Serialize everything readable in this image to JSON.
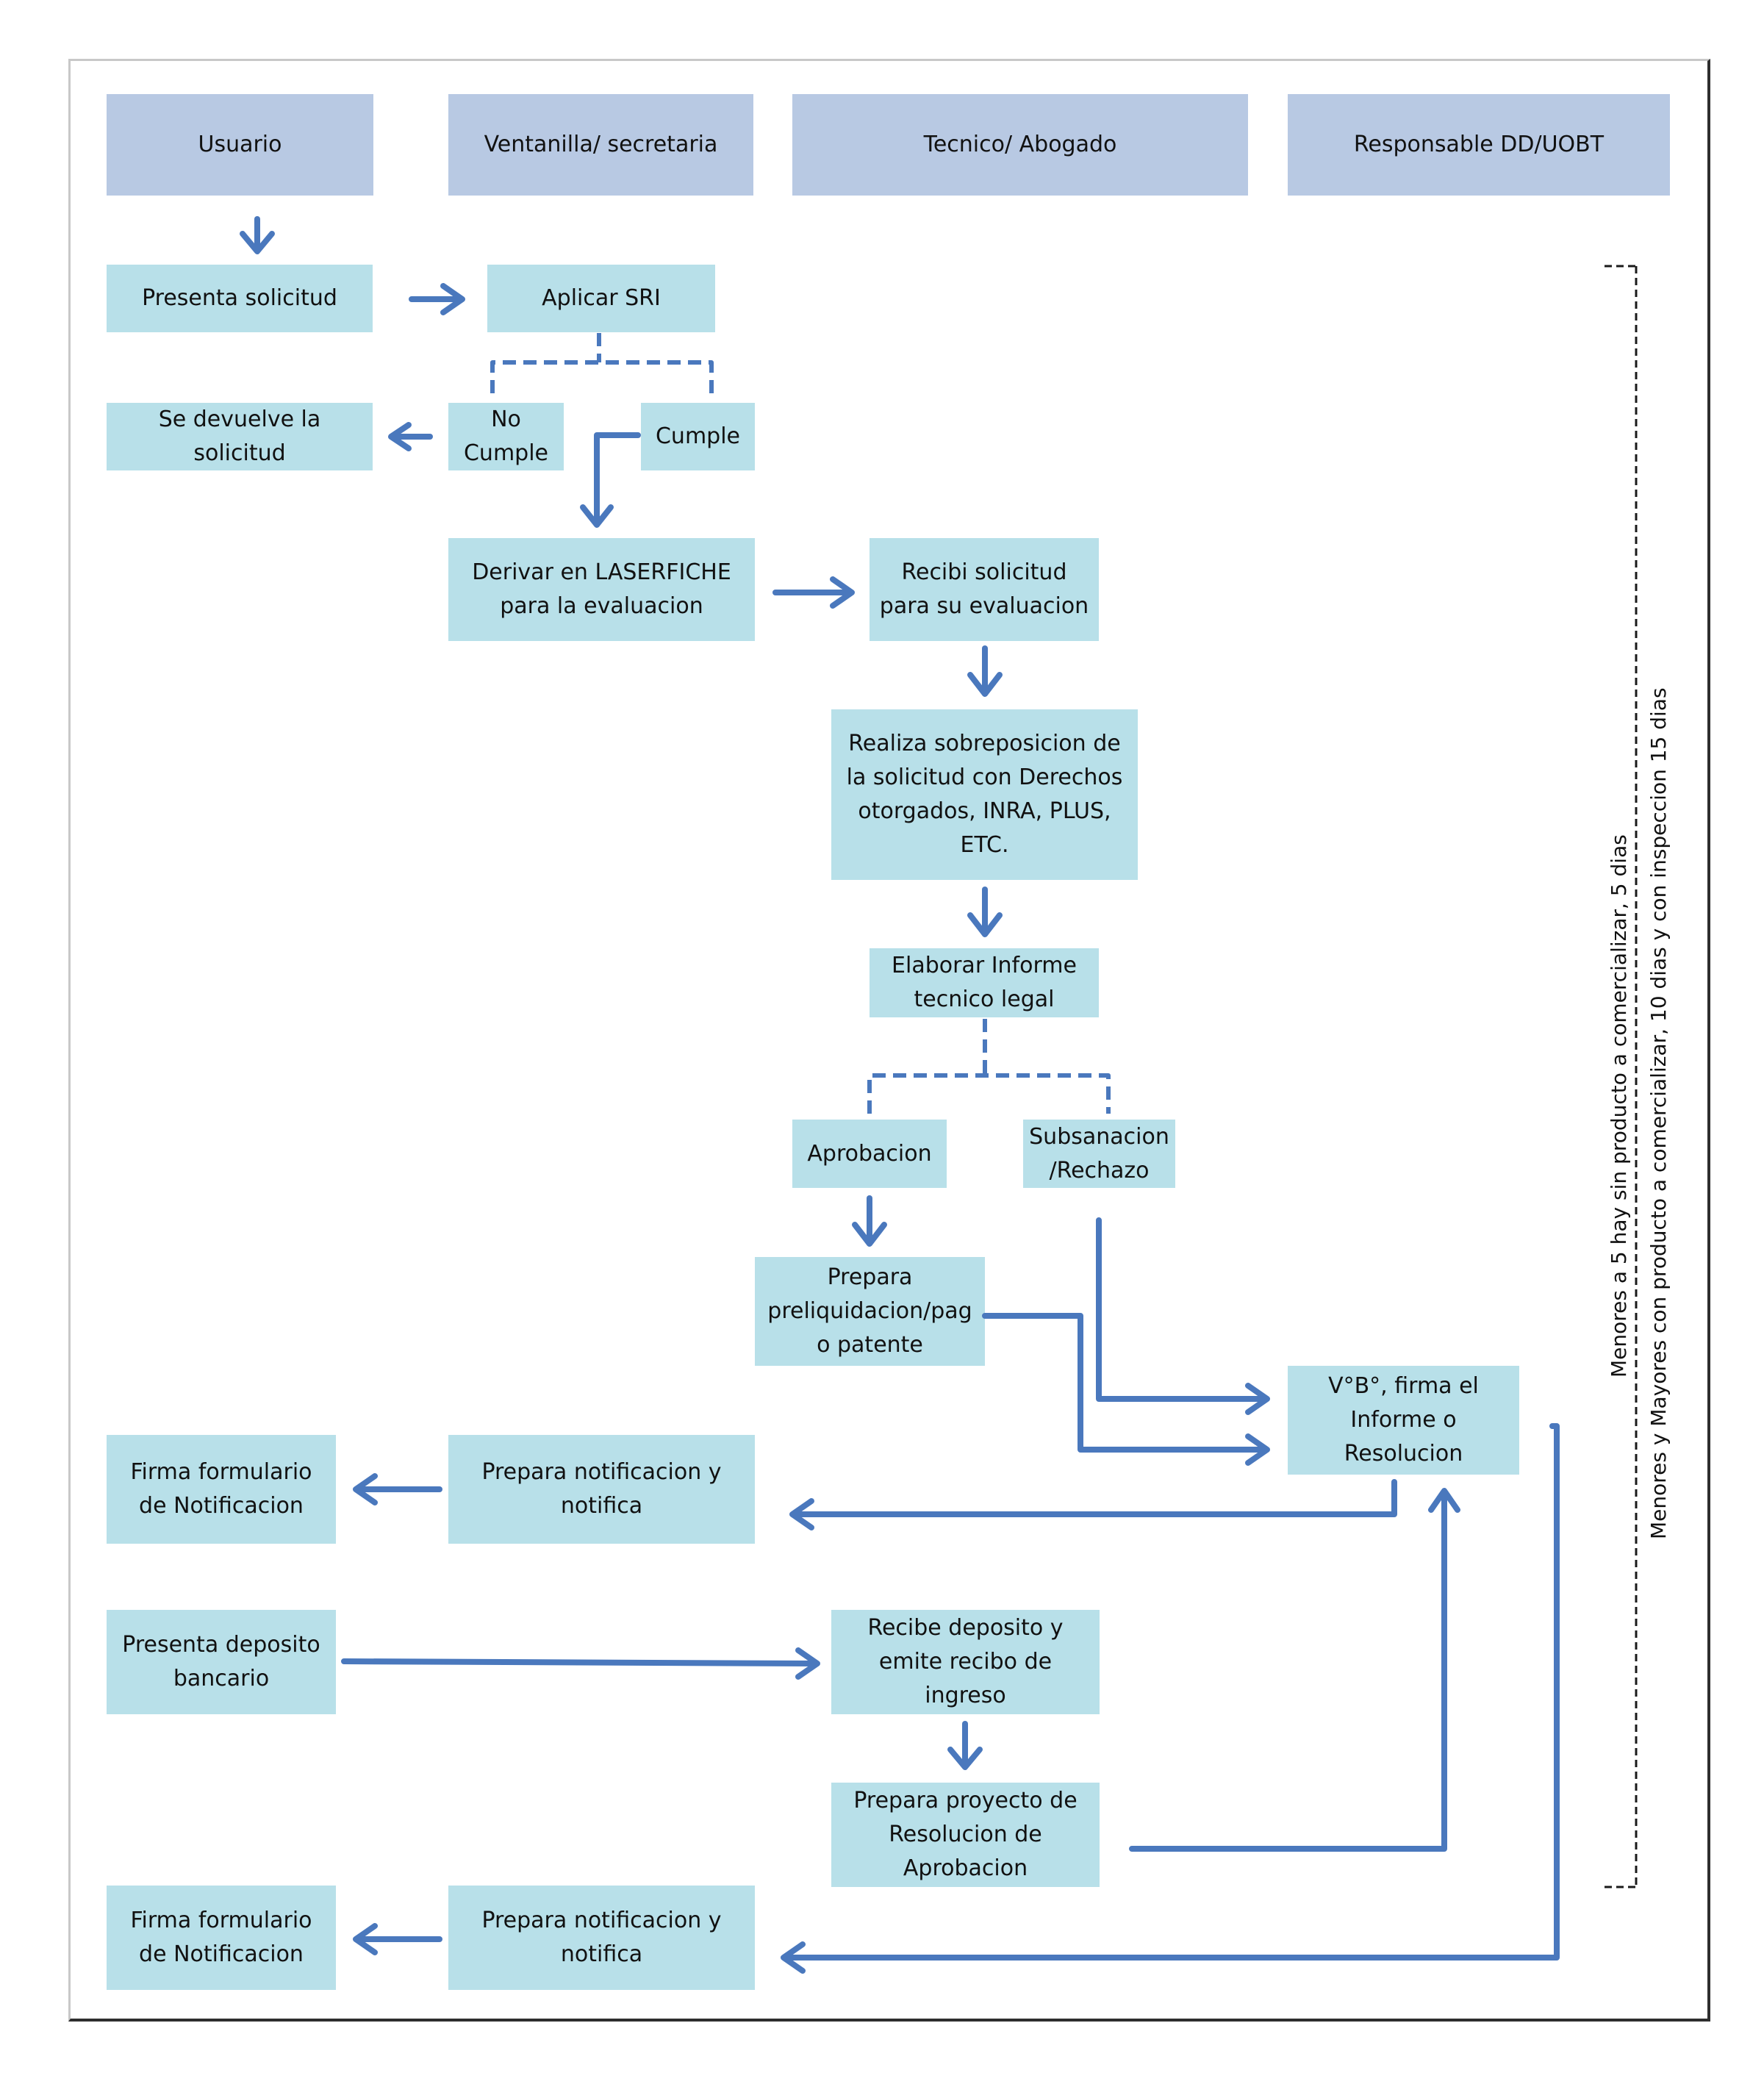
{
  "colors": {
    "lane_header": "#b8c9e3",
    "step_box": "#b8e0e9",
    "arrow": "#4a78bd"
  },
  "lanes": [
    "Usuario",
    "Ventanilla/ secretaria",
    "Tecnico/ Abogado",
    "Responsable DD/UOBT"
  ],
  "steps": {
    "presenta_solicitud": "Presenta solicitud",
    "aplicar_sri": "Aplicar SRI",
    "se_devuelve": "Se devuelve la\nsolicitud",
    "no_cumple": "No\nCumple",
    "cumple": "Cumple",
    "derivar_laserfiche": "Derivar en LASERFICHE\npara la evaluacion",
    "recibi_solicitud": "Recibi solicitud\npara su evaluacion",
    "realiza_sobreposicion": "Realiza sobreposicion de\nla solicitud con Derechos\notorgados, INRA, PLUS,\nETC.",
    "elaborar_informe": "Elaborar Informe\ntecnico legal",
    "aprobacion": "Aprobacion",
    "subsanacion": "Subsanacion\n/Rechazo",
    "prepara_preliquidacion": "Prepara\npreliquidacion/pag\no patente",
    "vb_firma": "V°B°, firma el\nInforme o\nResolucion",
    "firma_formulario_1": "Firma formulario\nde Notificacion",
    "prepara_notificacion_1": "Prepara notificacion y\nnotifica",
    "presenta_deposito": "Presenta deposito\nbancario",
    "recibe_deposito": "Recibe deposito y\nemite recibo de ingreso",
    "prepara_proyecto": "Prepara proyecto de\nResolucion de\nAprobacion",
    "firma_formulario_2": "Firma formulario\nde Notificacion",
    "prepara_notificacion_2": "Prepara notificacion y\nnotifica"
  },
  "time_notes": {
    "line1": "Menores a 5 hay sin producto a comercializar, 5 dias",
    "line2": "Menores y Mayores con producto a comercializar, 10 dias y con inspeccion 15 dias"
  }
}
